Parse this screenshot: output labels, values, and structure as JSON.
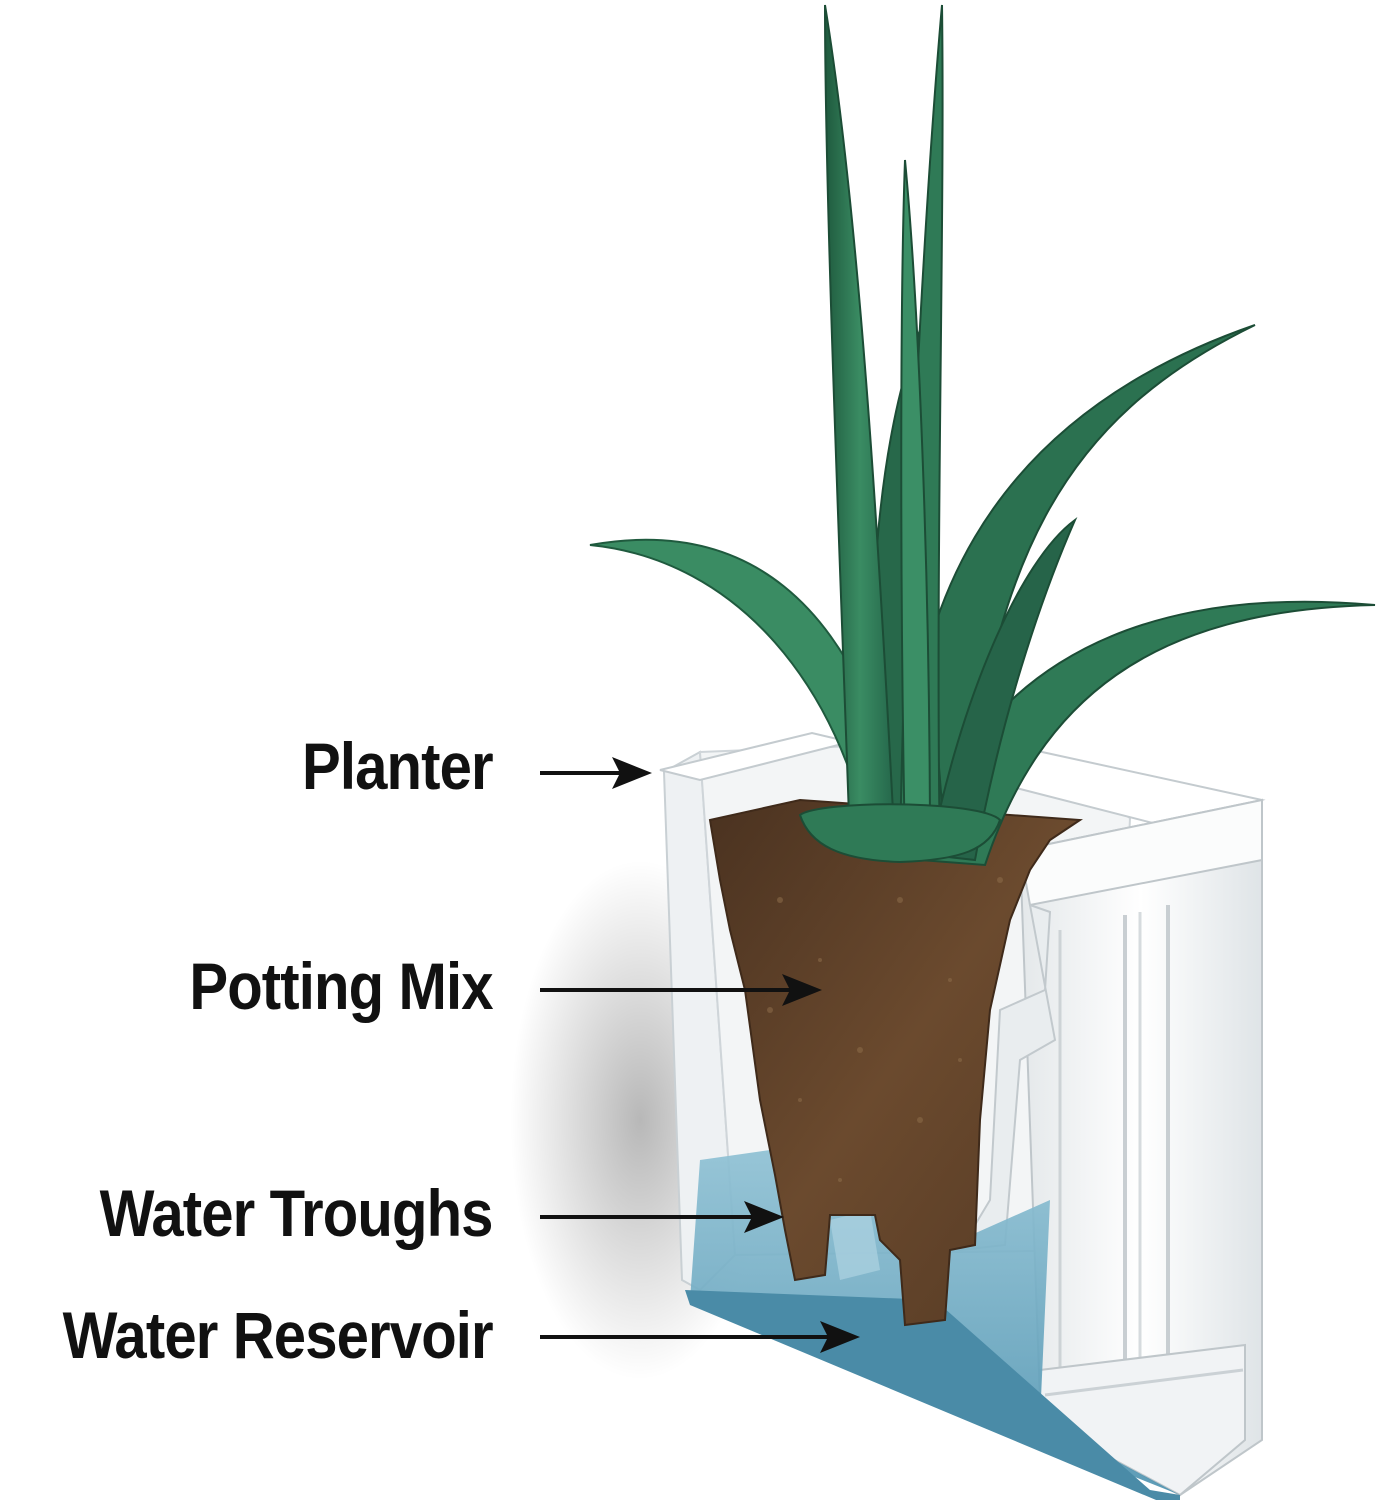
{
  "labels": {
    "planter": "Planter",
    "potting_mix": "Potting Mix",
    "water_troughs": "Water Troughs",
    "water_reservoir": "Water Reservoir"
  },
  "colors": {
    "planter": "#f4f6f7",
    "planter_shadow": "#d9dee1",
    "soil": "#6b4a2e",
    "soil_dark": "#4a3220",
    "water": "#5b9db8",
    "water_light": "#8fc1d4",
    "leaf": "#2f7a56",
    "leaf_dark": "#1f5a3e",
    "text": "#111111",
    "arrow": "#111111"
  }
}
